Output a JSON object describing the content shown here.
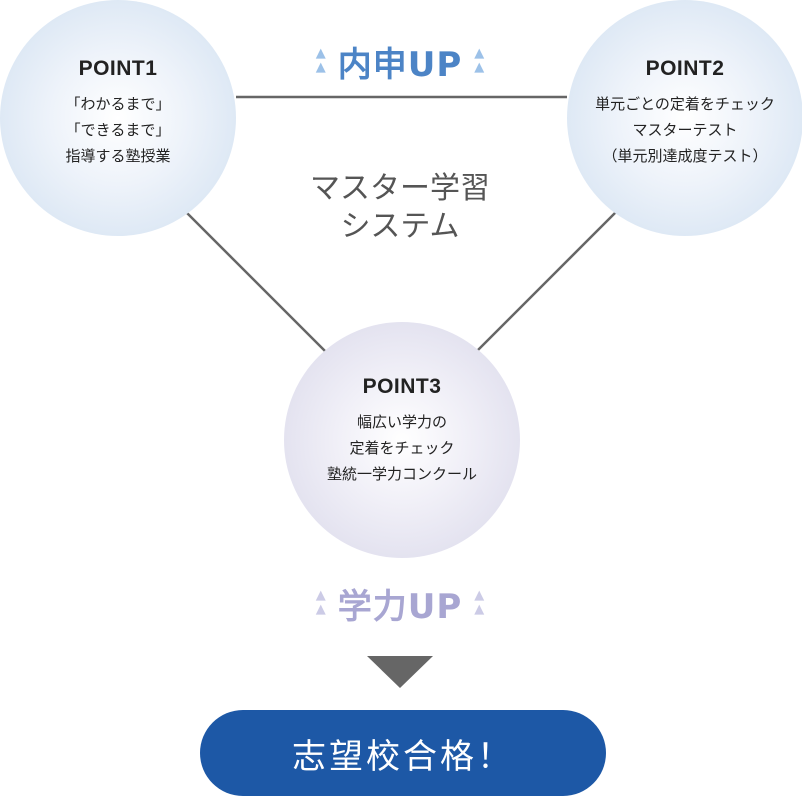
{
  "system": {
    "line1": "マスター学習",
    "line2": "システム"
  },
  "points": [
    {
      "title": "POINT1",
      "lines": [
        "「わかるまで」",
        "「できるまで」",
        "指導する塾授業"
      ]
    },
    {
      "title": "POINT2",
      "lines": [
        "単元ごとの定着をチェック",
        "マスターテスト",
        "（単元別達成度テスト）"
      ]
    },
    {
      "title": "POINT3",
      "lines": [
        "幅広い学力の",
        "定着をチェック",
        "塾統一学力コンクール"
      ]
    }
  ],
  "naishin_up": "内申UP",
  "gakuryoku_up": "学力UP",
  "goal": "志望校合格！",
  "colors": {
    "naishin": "#4c84c6",
    "gakuryoku": "#a8a6d2",
    "goal_bg": "#1d58a6",
    "connector": "#666666"
  },
  "icons": {
    "up_arrows": "double-up-triangle",
    "down_arrow": "down-triangle"
  }
}
